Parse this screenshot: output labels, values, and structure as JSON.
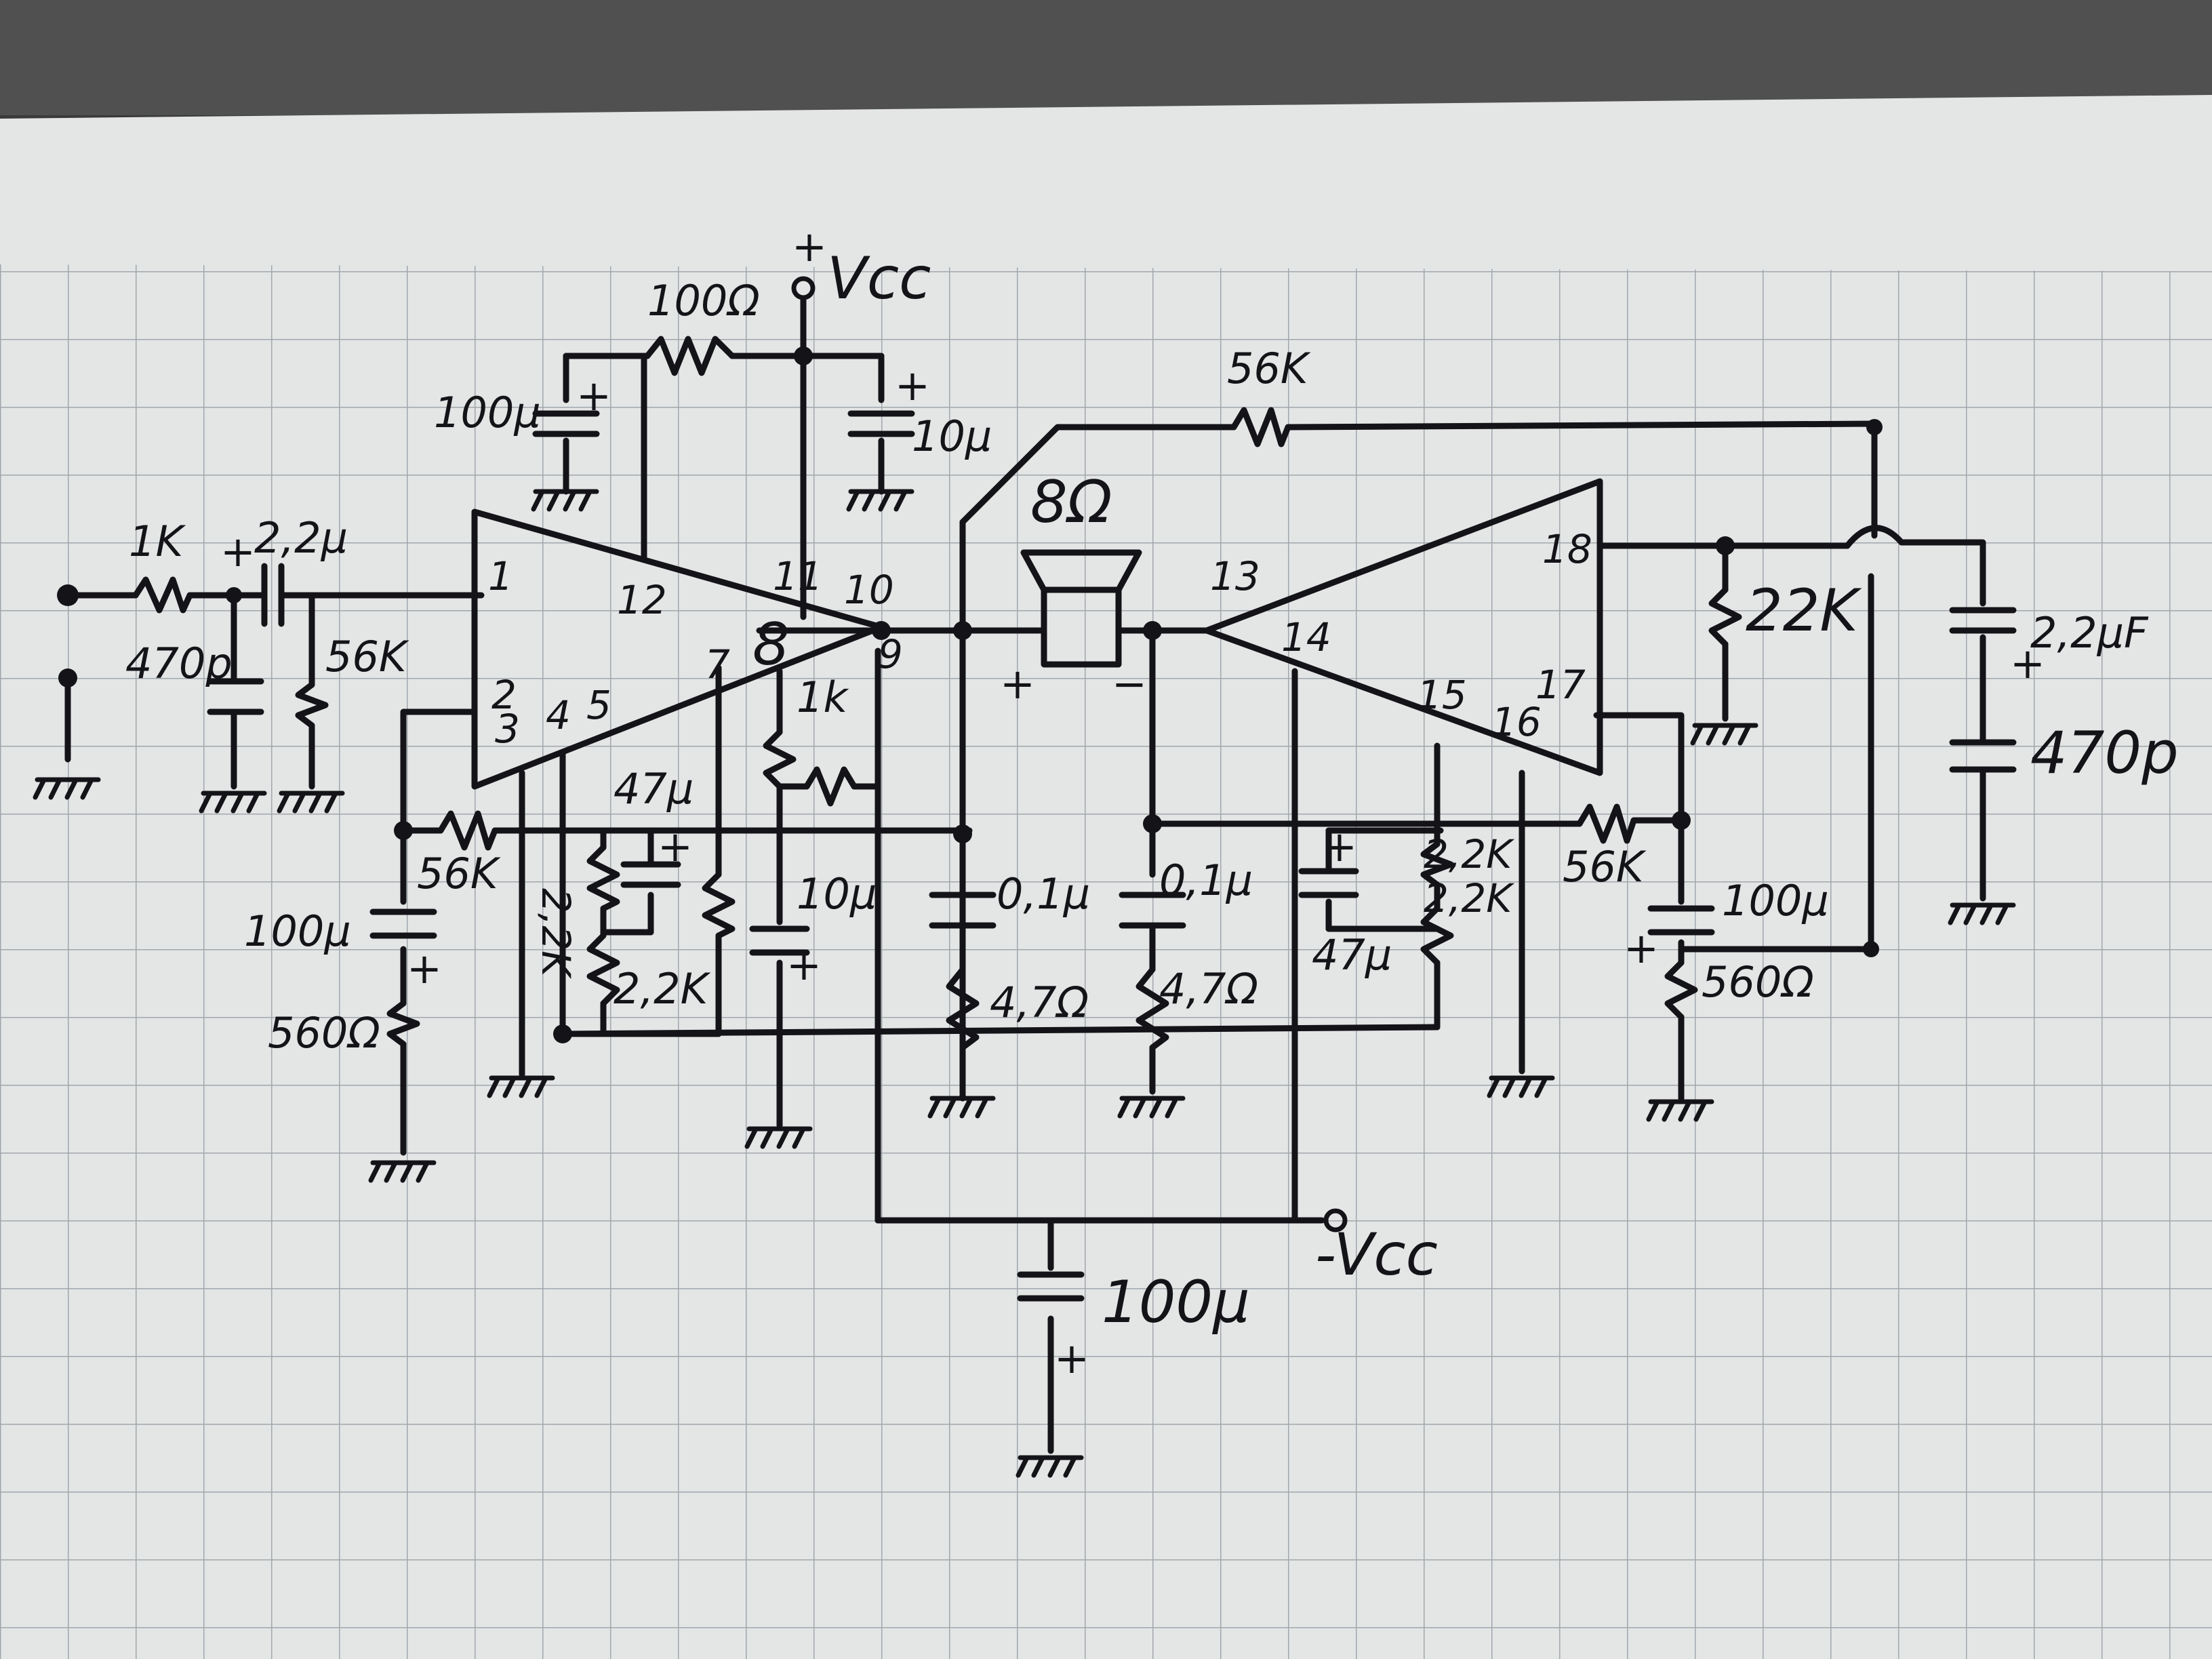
{
  "colors": {
    "paper": "#e4e6e6",
    "grid": "#9aa0a6",
    "ink": "#141418",
    "background": "#3a3a3a"
  },
  "supply": {
    "positive": "Vcc",
    "positive_sign": "+",
    "negative": "-Vcc"
  },
  "speaker": {
    "impedance": "8Ω",
    "plus": "+",
    "minus": "−"
  },
  "ic_pins": {
    "p1": "1",
    "p2": "2",
    "p3": "3",
    "p4": "4",
    "p5": "5",
    "p7": "7",
    "p8": "8",
    "p9": "9",
    "p10": "10",
    "p11": "11",
    "p12": "12",
    "p13": "13",
    "p14": "14",
    "p15": "15",
    "p16": "16",
    "p17": "17",
    "p18": "18"
  },
  "components": {
    "r_in": "1K",
    "c_in": "2,2μ",
    "c_470p_left": "470p",
    "r_56k_left": "56K",
    "r_100ohm": "100Ω",
    "c_100u_top": "100μ",
    "c_10u_top": "10μ",
    "r_56k_top": "56K",
    "r_56k_fb_left": "56K",
    "c_100u_left": "100μ",
    "r_560_left": "560Ω",
    "r_2k2_vert": "2,2K",
    "c_47u_left": "47μ",
    "r_2k2_left": "2,2K",
    "r_1k_mid": "1k",
    "c_10u_mid": "10μ",
    "c_01u_a": "0,1μ",
    "r_47_a": "4,7Ω",
    "c_01u_b": "0,1μ",
    "r_47_b": "4,7Ω",
    "r_2k2_right_a": "2,2K",
    "r_2k2_right_b": "2,2K",
    "c_47u_right": "47μ",
    "r_56k_fb_right": "56K",
    "c_100u_right": "100μ",
    "r_560_right": "560Ω",
    "r_22k": "22K",
    "c_22uf": "2,2μF",
    "c_470p_right": "470p",
    "c_100u_bottom": "100μ"
  }
}
